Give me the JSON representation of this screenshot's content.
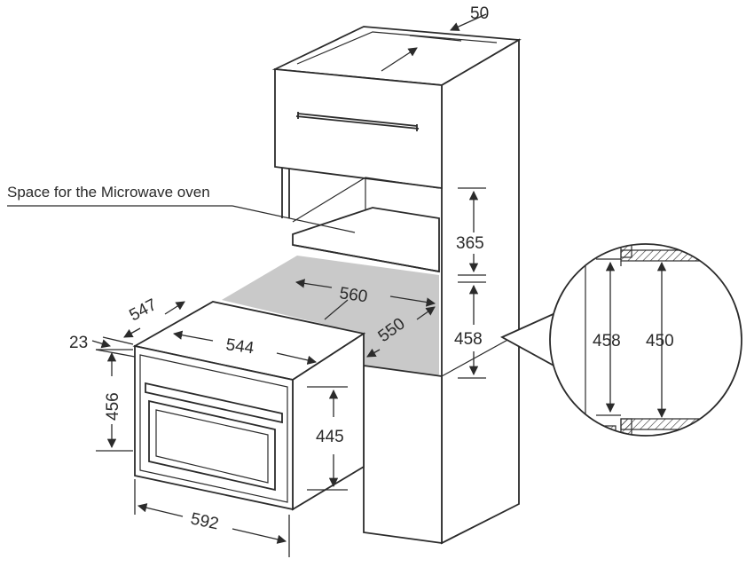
{
  "label": "Space for the Microwave oven",
  "dims": {
    "top_gap": "50",
    "niche_height": "365",
    "niche_width": "560",
    "niche_depth": "550",
    "niche_height_458": "458",
    "oven_depth": "547",
    "oven_front": "23",
    "oven_width_544": "544",
    "oven_height_456": "456",
    "oven_height_445": "445",
    "oven_width_592": "592",
    "detail_458": "458",
    "detail_450": "450"
  }
}
